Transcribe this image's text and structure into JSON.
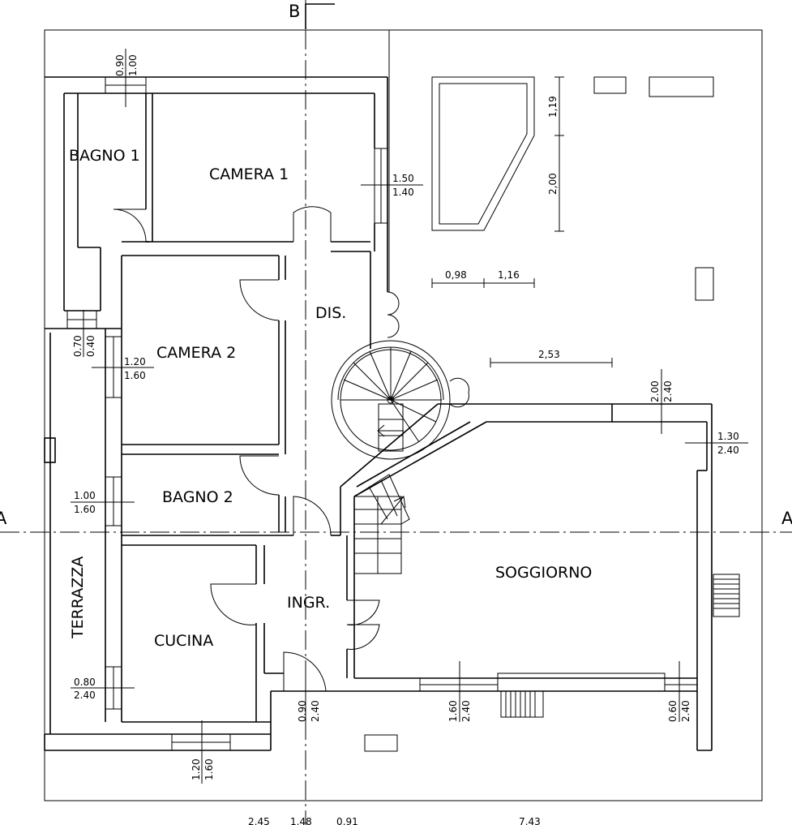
{
  "section_markers": {
    "top": "B",
    "left": "A",
    "right": "A"
  },
  "rooms": {
    "bagno1": "BAGNO 1",
    "camera1": "CAMERA 1",
    "camera2": "CAMERA 2",
    "dis": "DIS.",
    "bagno2": "BAGNO 2",
    "terrazza": "TERRAZZA",
    "cucina": "CUCINA",
    "ingresso": "INGR.",
    "soggiorno": "SOGGIORNO"
  },
  "openings": [
    {
      "id": "bagno1-window",
      "width": "0.90",
      "height": "1.00"
    },
    {
      "id": "camera1-window",
      "width": "1.50",
      "height": "1.40"
    },
    {
      "id": "terrace-small-window",
      "width": "0.70",
      "height": "0.40"
    },
    {
      "id": "camera2-window",
      "width": "1.20",
      "height": "1.60"
    },
    {
      "id": "bagno2-window",
      "width": "1.00",
      "height": "1.60"
    },
    {
      "id": "cucina-window-left",
      "width": "0.80",
      "height": "2.40"
    },
    {
      "id": "cucina-window-bottom",
      "width": "1.20",
      "height": "1.60"
    },
    {
      "id": "entrance-door",
      "width": "0.90",
      "height": "2.40"
    },
    {
      "id": "soggiorno-window-bottom",
      "width": "1.60",
      "height": "2.40"
    },
    {
      "id": "soggiorno-door-bottom-right",
      "width": "0.60",
      "height": "2.40"
    },
    {
      "id": "soggiorno-door-top",
      "width": "2.00",
      "height": "2.40"
    },
    {
      "id": "soggiorno-door-right",
      "width": "1.30",
      "height": "2.40"
    }
  ],
  "dimensions": {
    "pool_top": "1,19",
    "pool_height": "2,00",
    "pool_w1": "0,98",
    "pool_w2": "1,16",
    "roof_span": "2,53",
    "bottom_1": "2,45",
    "bottom_2": "1,48",
    "bottom_3": "0,91",
    "bottom_4": "7,43"
  }
}
